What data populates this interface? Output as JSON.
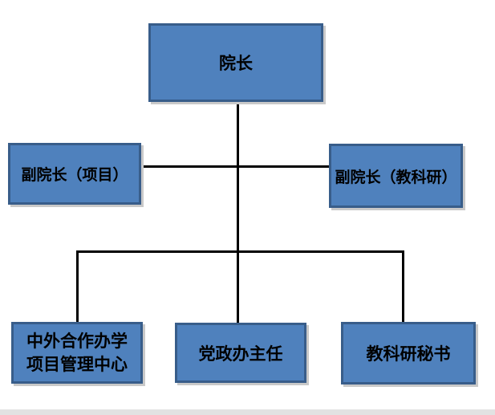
{
  "org_chart": {
    "nodes": {
      "dean": {
        "label": "院长"
      },
      "vice_project": {
        "label": "副院长（项目）"
      },
      "vice_research": {
        "label": "副院长（教科研）"
      },
      "center": {
        "line1": "中外合作办学",
        "line2": "项目管理中心"
      },
      "office": {
        "label": "党政办主任"
      },
      "secretary": {
        "label": "教科研秘书"
      }
    },
    "edges": [
      {
        "from": "dean",
        "to": "vice_project"
      },
      {
        "from": "dean",
        "to": "vice_research"
      },
      {
        "from": "dean",
        "to": "center"
      },
      {
        "from": "dean",
        "to": "office"
      },
      {
        "from": "dean",
        "to": "secretary"
      }
    ],
    "colors": {
      "node_fill": "#4f81bd",
      "node_border": "#385d8a",
      "connector": "#000000",
      "page_edge": "#e2e2e2"
    }
  }
}
